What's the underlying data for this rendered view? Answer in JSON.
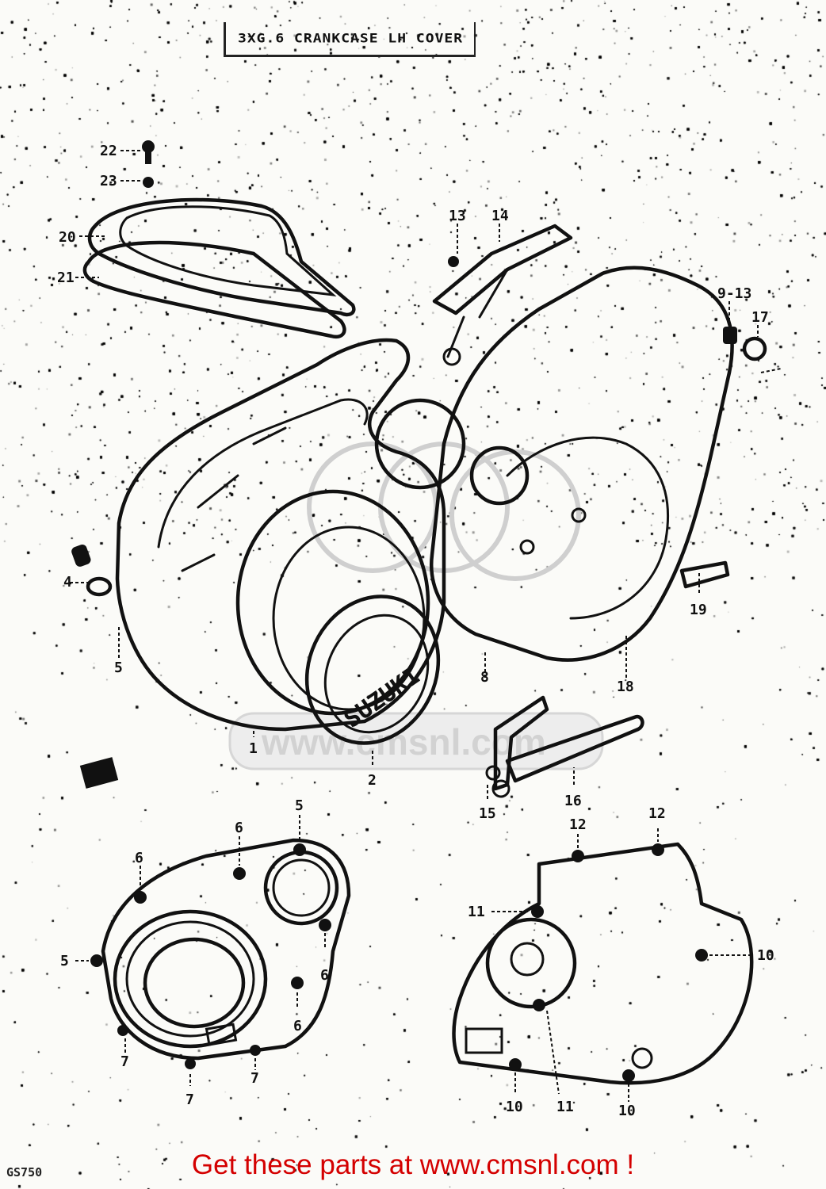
{
  "header": {
    "title": "3XG.6  CRANKCASE LH COVER"
  },
  "footer": {
    "model": "GS750",
    "promo": "Get these parts at www.cmsnl.com !"
  },
  "watermark": {
    "text": "www.cmsnl.com"
  },
  "emblem": {
    "text": "SUZUKI"
  },
  "callouts": {
    "c22": "22",
    "c23": "23",
    "c20": "20",
    "c21": "21",
    "c13": "13",
    "c14": "14",
    "c9_13": "9-13",
    "c17": "17",
    "c4": "4",
    "c5a": "5",
    "c1": "1",
    "c2": "2",
    "c8": "8",
    "c18": "18",
    "c19": "19",
    "c15": "15",
    "c16": "16",
    "l5a": "5",
    "l6a": "6",
    "l6b": "6",
    "l5b": "5",
    "l6c": "6",
    "l6d": "6",
    "l7a": "7",
    "l7b": "7",
    "l7c": "7",
    "r12a": "12",
    "r12b": "12",
    "r11a": "11",
    "r10a": "10",
    "r11b": "11",
    "r10b": "10",
    "r10c": "10"
  }
}
